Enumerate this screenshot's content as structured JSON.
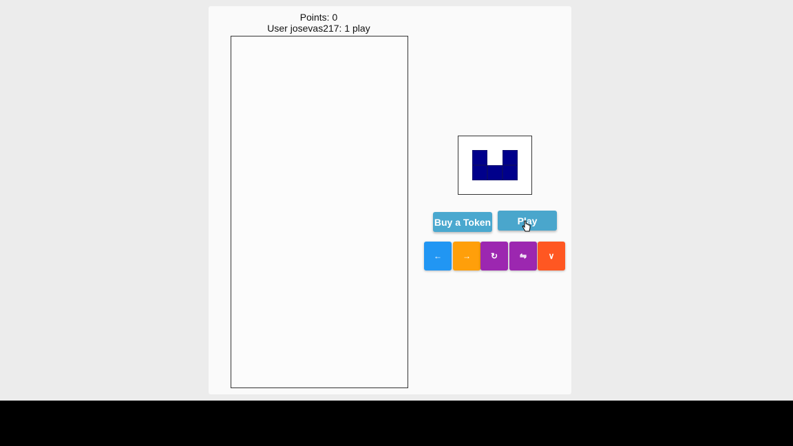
{
  "header": {
    "points": "Points: 0",
    "user_line": "User josevas217: 1 play"
  },
  "next_piece": {
    "shape": [
      [
        1,
        0,
        1
      ],
      [
        1,
        1,
        1
      ]
    ],
    "color": "#00008b"
  },
  "buttons": {
    "buy_token": "Buy a Token",
    "play": "Play"
  },
  "controls": [
    {
      "name": "move-left",
      "glyph": "←",
      "color": "#2196f3",
      "icon": "arrow-left-icon"
    },
    {
      "name": "move-right",
      "glyph": "→",
      "color": "#ff9f0a",
      "icon": "arrow-right-icon"
    },
    {
      "name": "rotate",
      "glyph": "↻",
      "color": "#9c27b0",
      "icon": "rotate-icon"
    },
    {
      "name": "flip",
      "glyph": "⇋",
      "color": "#9c27b0",
      "icon": "flip-icon"
    },
    {
      "name": "drop",
      "glyph": "∨",
      "color": "#ff5722",
      "icon": "chevron-down-icon"
    }
  ]
}
